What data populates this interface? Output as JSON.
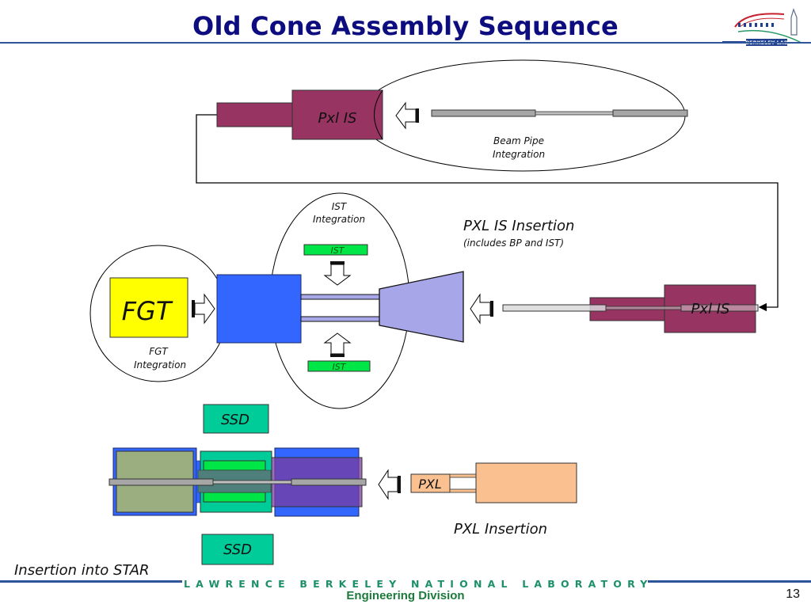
{
  "slide": {
    "title": "Old Cone Assembly Sequence",
    "page_number": "13",
    "logo": {
      "icon": "berkeley-lab-logo-icon",
      "text": "BERKELEY LAB"
    },
    "footer": {
      "lab_name": "LAWRENCE BERKELEY NATIONAL LABORATORY",
      "division": "Engineering Division"
    },
    "colors": {
      "title": "#0d0d80",
      "pxl_is": "#983462",
      "beam_pipe": "#a6a6a6",
      "beam_pipe_light": "#d9d9d9",
      "fgt": "#ffff00",
      "blue_block": "#3366ff",
      "cone": "#a6a6e8",
      "ist": "#00e646",
      "ssd": "#00cc99",
      "pxl": "#fac090",
      "footer_green": "#1d8f6a",
      "rule_blue": "#2e5599"
    }
  },
  "top_stage": {
    "pxl_is_label": "Pxl IS",
    "beam_pipe_label_line1": "Beam Pipe",
    "beam_pipe_label_line2": "Integration"
  },
  "middle_stage": {
    "ist_integration_line1": "IST",
    "ist_integration_line2": "Integration",
    "ist_top_label": "IST",
    "ist_bottom_label": "IST",
    "fgt_label": "FGT",
    "fgt_integration_line1": "FGT",
    "fgt_integration_line2": "Integration",
    "pxl_is_insertion_title": "PXL IS Insertion",
    "pxl_is_insertion_note": "(includes BP and IST)",
    "pxl_is_label": "Pxl IS"
  },
  "bottom_stage": {
    "ssd_top_label": "SSD",
    "ssd_bottom_label": "SSD",
    "pxl_label": "PXL",
    "pxl_insertion_title": "PXL Insertion",
    "insertion_into_star": "Insertion into STAR"
  }
}
